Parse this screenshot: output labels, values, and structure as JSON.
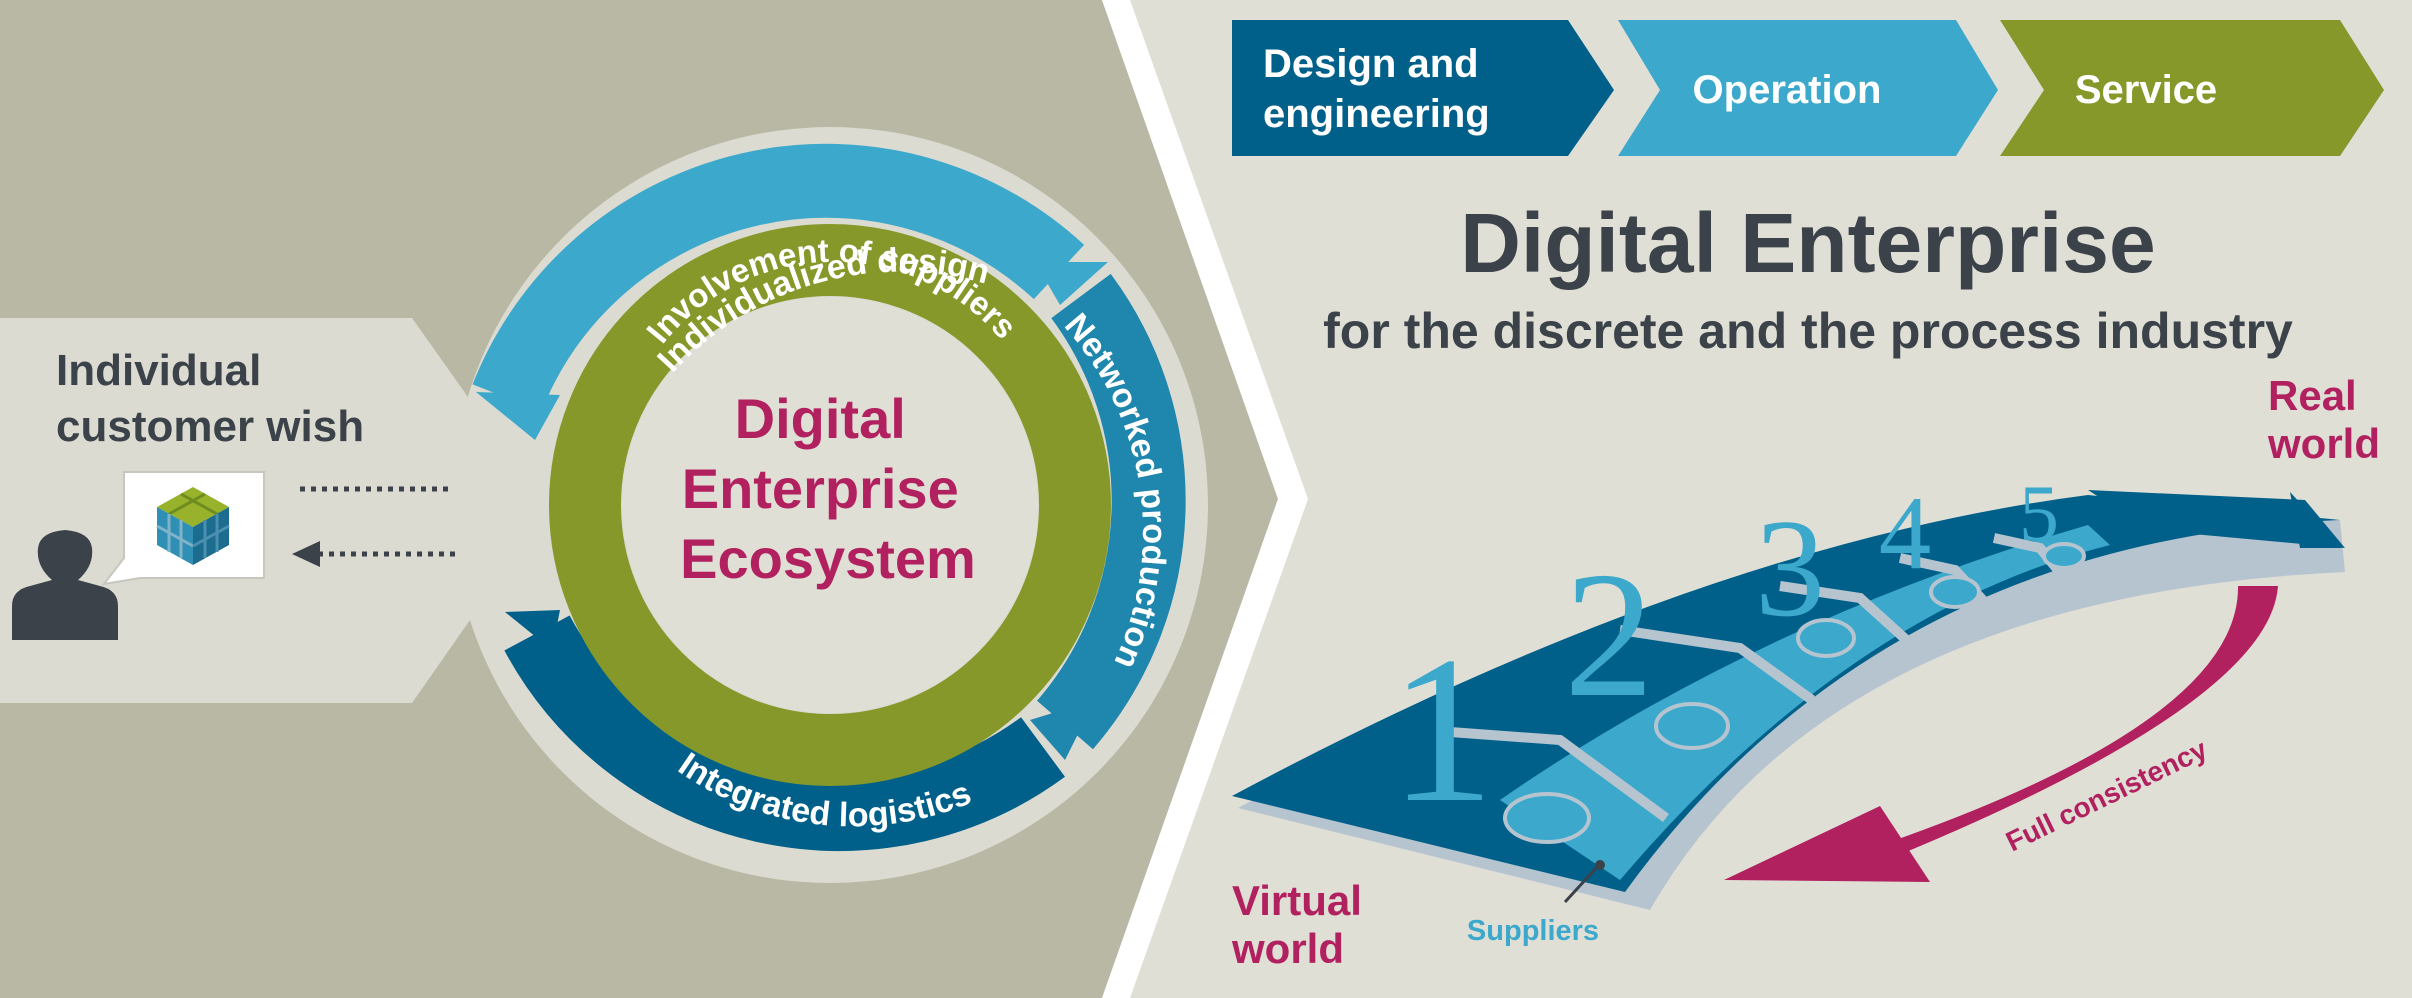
{
  "colors": {
    "left_bg": "#b9b8a4",
    "right_bg": "#e0dfd6",
    "tab_light": "#dcdbd1",
    "dark_blue": "#00608a",
    "light_blue": "#3ca9cc",
    "mid_blue": "#1f86ad",
    "green": "#86982a",
    "magenta": "#b2215f",
    "dark_text": "#3b4249",
    "rail": "#b6c4cf",
    "white": "#ffffff"
  },
  "process_tabs": [
    {
      "lines": [
        "Design and",
        "engineering"
      ],
      "color": "dark_blue"
    },
    {
      "lines": [
        "Operation"
      ],
      "color": "light_blue"
    },
    {
      "lines": [
        "Service"
      ],
      "color": "green"
    }
  ],
  "customer": {
    "label_lines": [
      "Individual",
      "customer wish"
    ],
    "cube_icon": "cube-icon",
    "person_icon": "person-icon"
  },
  "ecosystem": {
    "center_lines": [
      "Digital",
      "Enterprise",
      "Ecosystem"
    ],
    "outer_arcs": [
      "Individualized design",
      "Networked production",
      "Integrated logistics"
    ],
    "inner_arc": "Involvement of suppliers"
  },
  "headline": {
    "title": "Digital Enterprise",
    "subtitle": "for the discrete and the process industry"
  },
  "puzzle": {
    "steps": [
      "1",
      "2",
      "3",
      "4",
      "5"
    ],
    "suppliers_label": "Suppliers",
    "consistency_label": "Full consistency",
    "virtual_lines": [
      "Virtual",
      "world"
    ],
    "real_lines": [
      "Real",
      "world"
    ]
  }
}
